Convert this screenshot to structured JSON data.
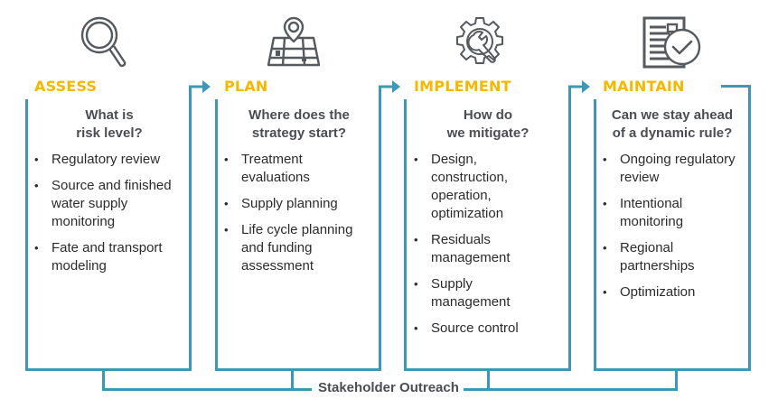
{
  "colors": {
    "accent_yellow": "#f5b800",
    "connector_teal": "#3d97b5",
    "icon_gray": "#555a5e",
    "question_gray": "#4a4e52",
    "body_text": "#2b2b2b"
  },
  "stages": [
    {
      "label": "ASSESS",
      "icon": "magnifying-glass-icon",
      "question_line1": "What is",
      "question_line2": "risk level?",
      "items": [
        "Regulatory review",
        "Source and finished water supply monitoring",
        "Fate and transport modeling"
      ]
    },
    {
      "label": "PLAN",
      "icon": "map-pin-icon",
      "question_line1": "Where does the",
      "question_line2": "strategy start?",
      "items": [
        "Treatment evaluations",
        "Supply planning",
        "Life cycle planning and funding assessment"
      ]
    },
    {
      "label": "IMPLEMENT",
      "icon": "gear-wrench-icon",
      "question_line1": "How do",
      "question_line2": "we mitigate?",
      "items": [
        "Design, construction, operation, optimization",
        "Residuals management",
        "Supply management",
        "Source control"
      ]
    },
    {
      "label": "MAINTAIN",
      "icon": "document-check-icon",
      "question_line1": "Can we stay ahead",
      "question_line2": "of a dynamic rule?",
      "items": [
        "Ongoing regulatory review",
        "Intentional monitoring",
        "Regional partnerships",
        "Optimization"
      ]
    }
  ],
  "footer": {
    "label": "Stakeholder Outreach"
  }
}
